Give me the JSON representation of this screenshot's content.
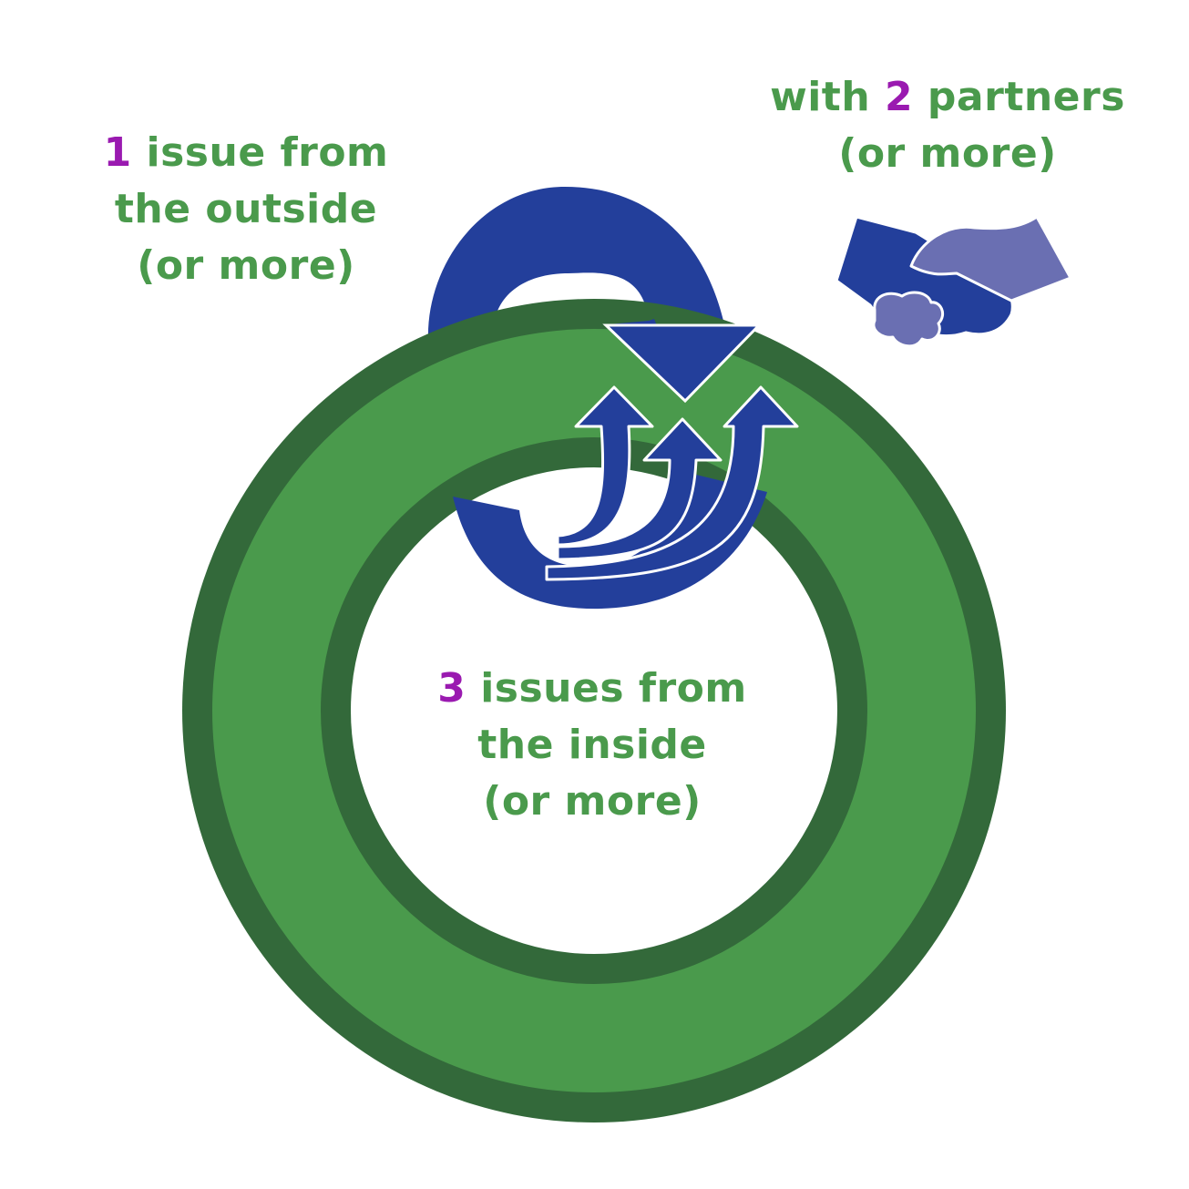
{
  "colors": {
    "text_green": "#4a9a4c",
    "number_purple": "#9a1ab0",
    "ring_outer": "#33693a",
    "ring_fill": "#4a9a4c",
    "loop_blue": "#233f9b",
    "hand_light": "#6a6fb2",
    "hand_dark": "#233f9b"
  },
  "labels": {
    "outside": {
      "number": "1",
      "line1_rest": " issue from",
      "line2": "the outside",
      "line3": "(or more)"
    },
    "partners": {
      "line1_pre": "with ",
      "number": "2",
      "line1_rest": " partners",
      "line2": "(or more)"
    },
    "inside": {
      "number": "3",
      "line1_rest": " issues from",
      "line2": "the inside",
      "line3": "(or more)"
    }
  },
  "icons": {
    "loop": "circular-arrow-icon",
    "arrows": "three-upward-arrows-icon",
    "handshake": "handshake-icon"
  }
}
